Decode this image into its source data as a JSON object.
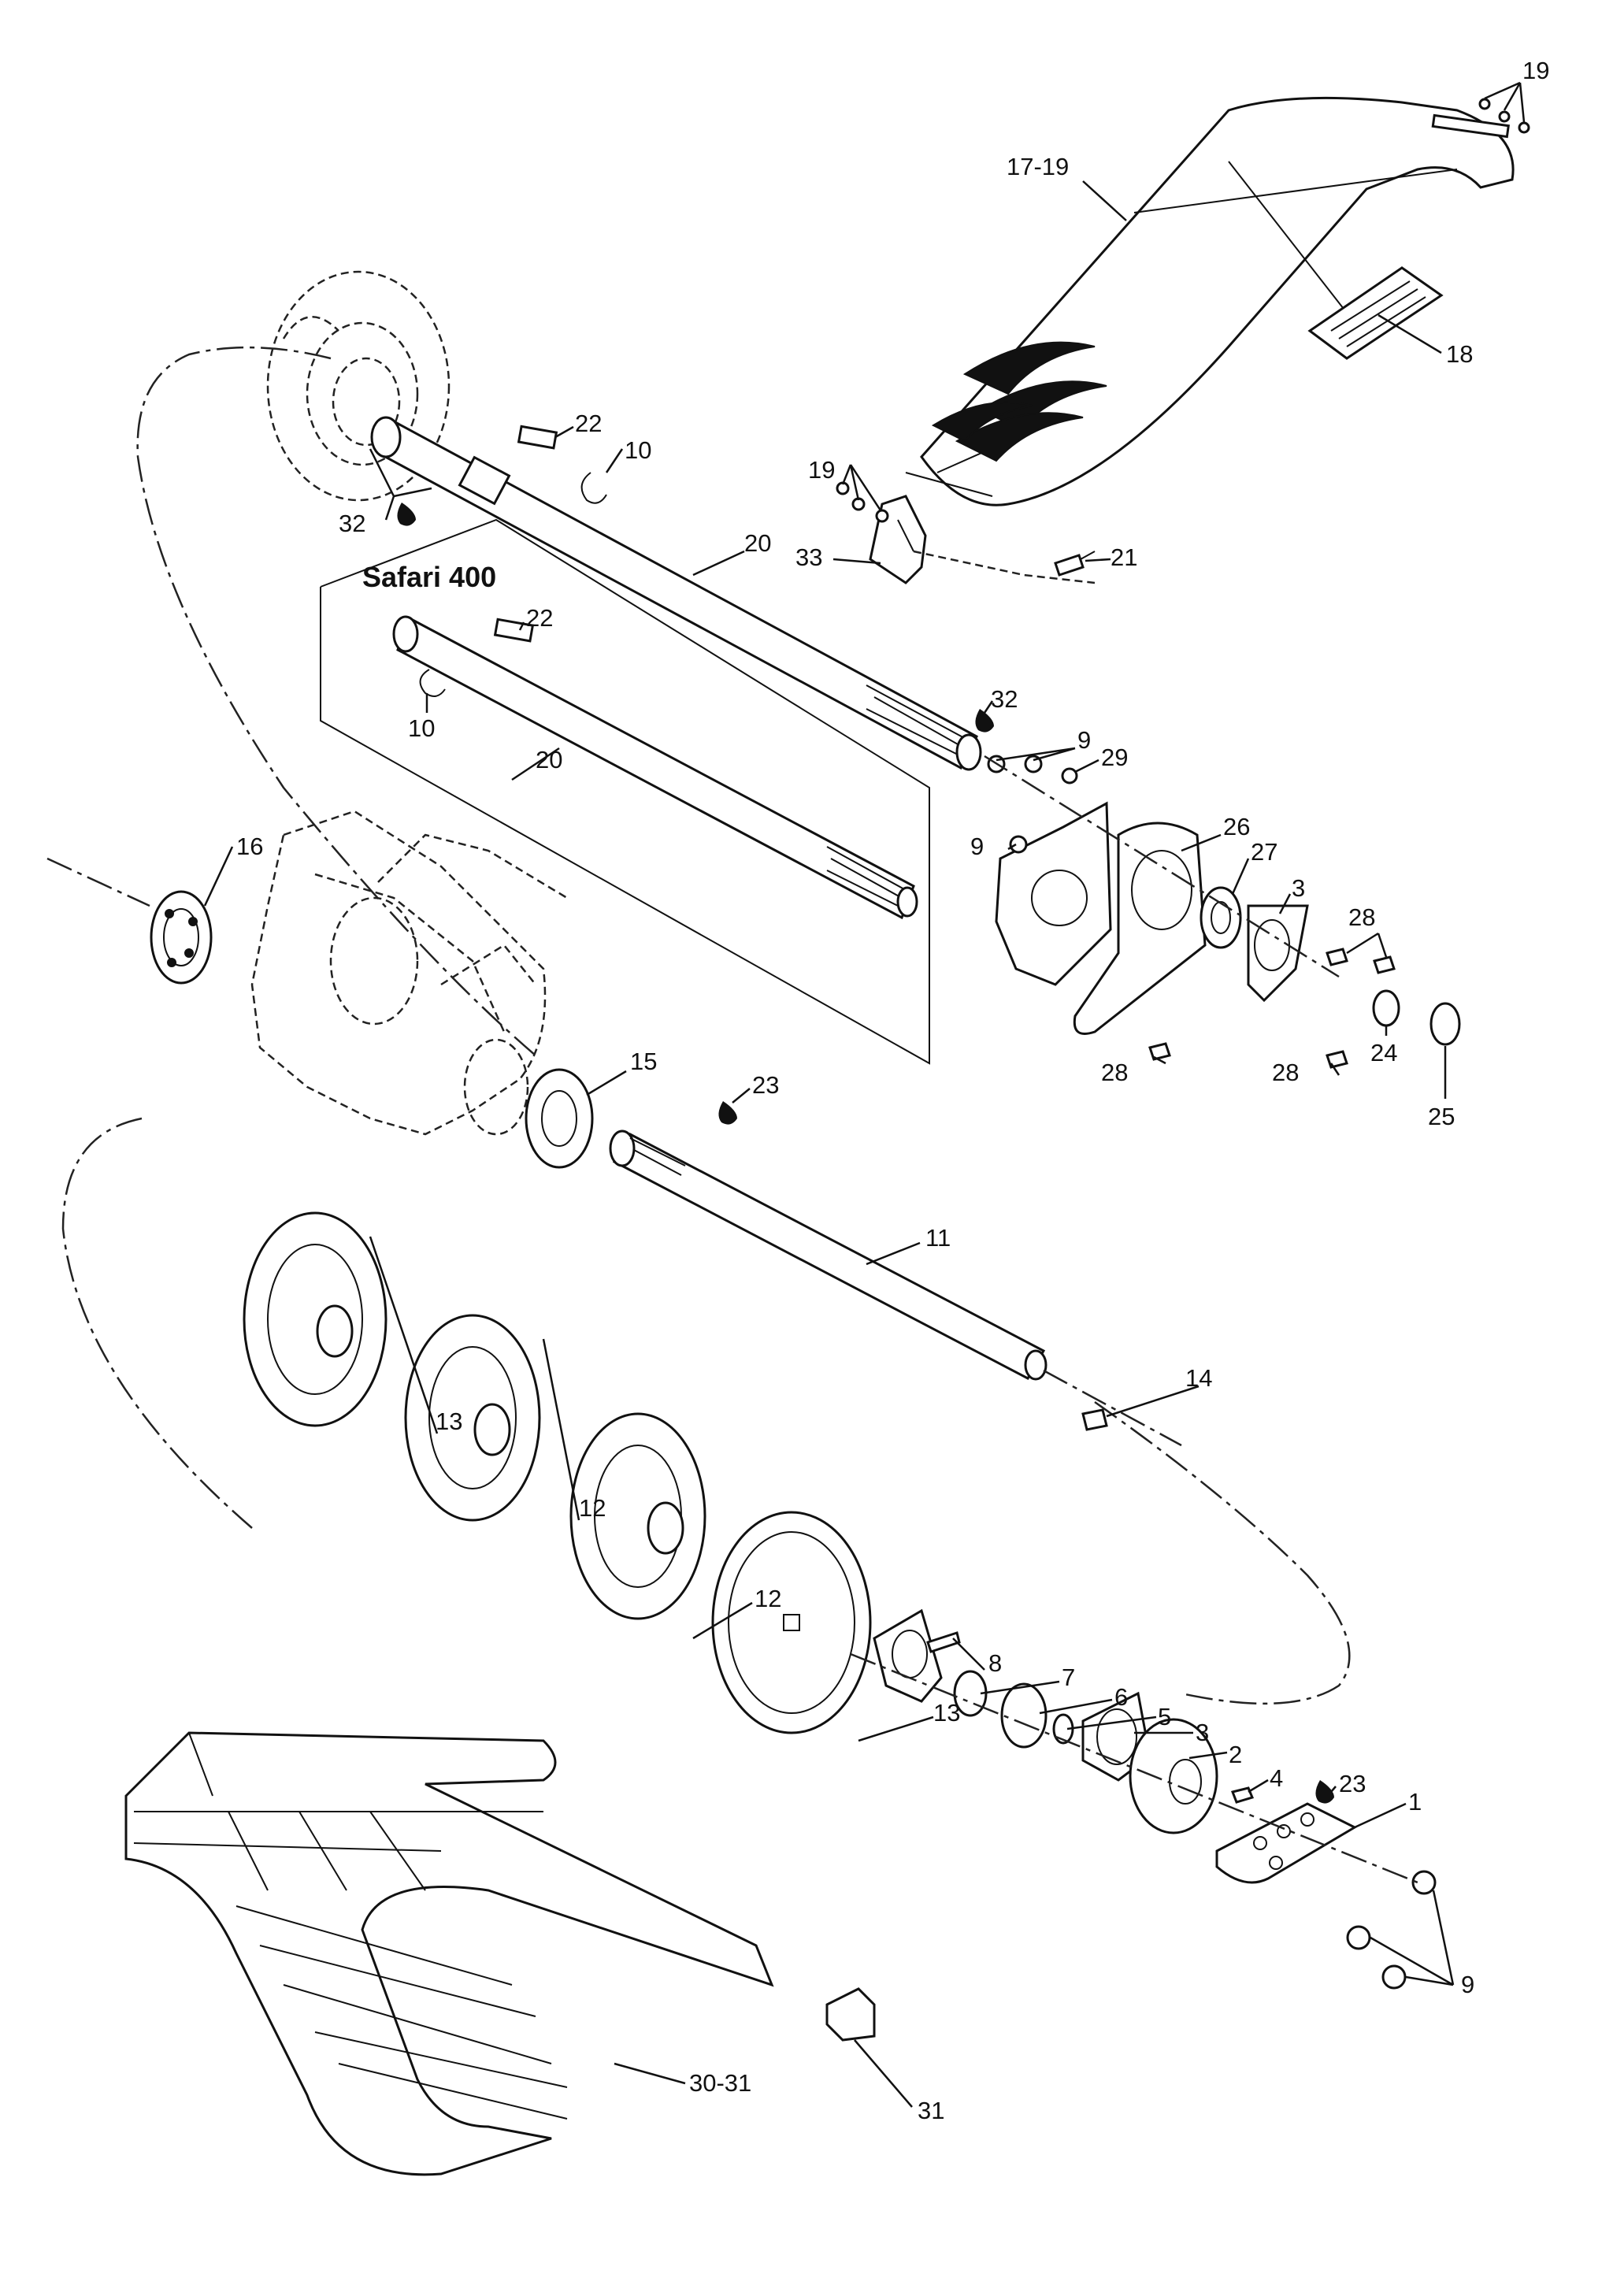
{
  "variant_box": {
    "title": "Safari 400"
  },
  "callouts": [
    {
      "id": "c19a",
      "text": "19"
    },
    {
      "id": "c17-19",
      "text": "17-19"
    },
    {
      "id": "c18",
      "text": "18"
    },
    {
      "id": "c22a",
      "text": "22"
    },
    {
      "id": "c10a",
      "text": "10"
    },
    {
      "id": "c32a",
      "text": "32"
    },
    {
      "id": "c19b",
      "text": "19"
    },
    {
      "id": "c20a",
      "text": "20"
    },
    {
      "id": "c33",
      "text": "33"
    },
    {
      "id": "c21",
      "text": "21"
    },
    {
      "id": "c22b",
      "text": "22"
    },
    {
      "id": "c10b",
      "text": "10"
    },
    {
      "id": "c20b",
      "text": "20"
    },
    {
      "id": "c32b",
      "text": "32"
    },
    {
      "id": "c9a",
      "text": "9"
    },
    {
      "id": "c29",
      "text": "29"
    },
    {
      "id": "c9b",
      "text": "9"
    },
    {
      "id": "c26",
      "text": "26"
    },
    {
      "id": "c27",
      "text": "27"
    },
    {
      "id": "c3a",
      "text": "3"
    },
    {
      "id": "c28a",
      "text": "28"
    },
    {
      "id": "c16",
      "text": "16"
    },
    {
      "id": "c28b",
      "text": "28"
    },
    {
      "id": "c28c",
      "text": "28"
    },
    {
      "id": "c24",
      "text": "24"
    },
    {
      "id": "c25",
      "text": "25"
    },
    {
      "id": "c15",
      "text": "15"
    },
    {
      "id": "c23a",
      "text": "23"
    },
    {
      "id": "c11",
      "text": "11"
    },
    {
      "id": "c14",
      "text": "14"
    },
    {
      "id": "c13a",
      "text": "13"
    },
    {
      "id": "c12a",
      "text": "12"
    },
    {
      "id": "c12b",
      "text": "12"
    },
    {
      "id": "c13b",
      "text": "13"
    },
    {
      "id": "c8",
      "text": "8"
    },
    {
      "id": "c7",
      "text": "7"
    },
    {
      "id": "c6",
      "text": "6"
    },
    {
      "id": "c5",
      "text": "5"
    },
    {
      "id": "c3b",
      "text": "3"
    },
    {
      "id": "c2",
      "text": "2"
    },
    {
      "id": "c4",
      "text": "4"
    },
    {
      "id": "c23b",
      "text": "23"
    },
    {
      "id": "c1",
      "text": "1"
    },
    {
      "id": "c30-31",
      "text": "30-31"
    },
    {
      "id": "c31",
      "text": "31"
    },
    {
      "id": "c9c",
      "text": "9"
    }
  ]
}
